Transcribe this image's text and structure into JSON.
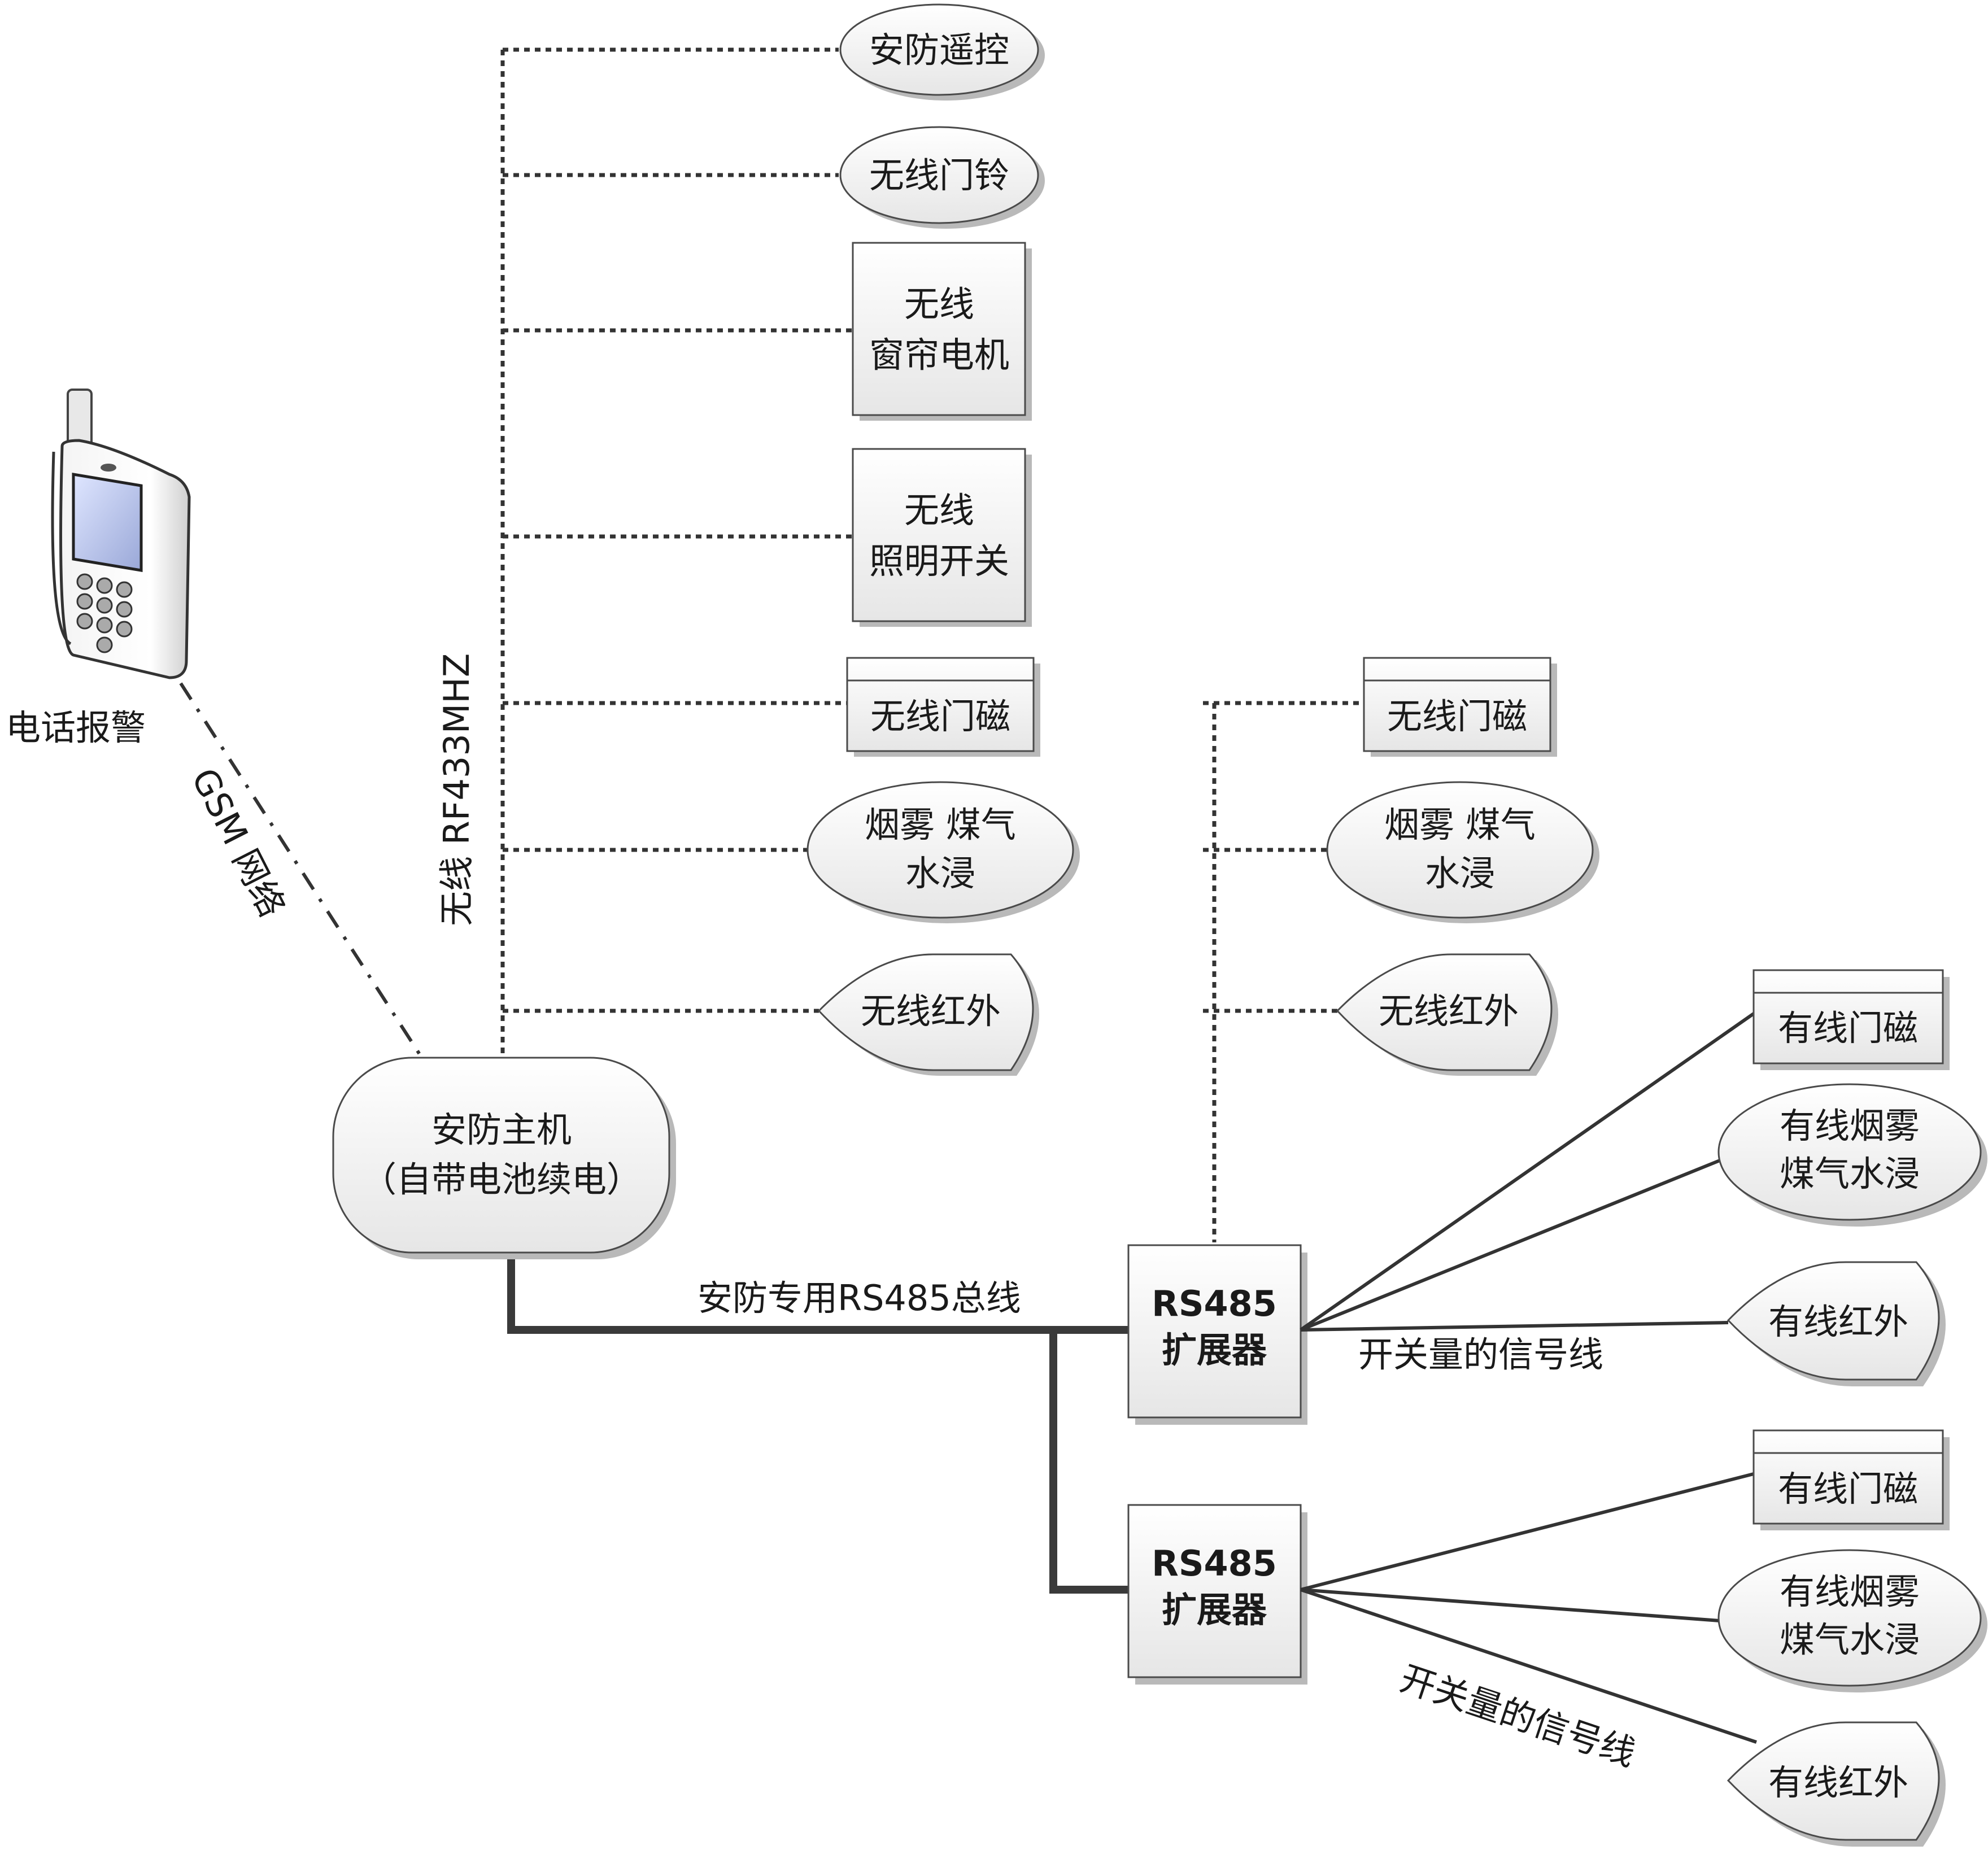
{
  "phone": {
    "label": "电话报警",
    "network_label": "GSM 网络"
  },
  "wireless_bus": {
    "label": "无线 RF433MHZ"
  },
  "host": {
    "line1": "安防主机",
    "line2": "（自带电池续电）"
  },
  "rs485_bus": {
    "label": "安防专用RS485总线"
  },
  "wireless_devices": [
    {
      "line1": "安防遥控"
    },
    {
      "line1": "无线门铃"
    },
    {
      "line1": "无线",
      "line2": "窗帘电机"
    },
    {
      "line1": "无线",
      "line2": "照明开关"
    },
    {
      "line1": "无线门磁"
    },
    {
      "line1": "烟雾 煤气",
      "line2": "水浸"
    },
    {
      "line1": "无线红外"
    }
  ],
  "extender_wireless_devices": [
    {
      "line1": "无线门磁"
    },
    {
      "line1": "烟雾 煤气",
      "line2": "水浸"
    },
    {
      "line1": "无线红外"
    }
  ],
  "extenders": [
    {
      "line1": "RS485",
      "line2": "扩展器",
      "signal_label": "开关量的信号线",
      "devices": [
        {
          "line1": "有线门磁"
        },
        {
          "line1": "有线烟雾",
          "line2": "煤气水浸"
        },
        {
          "line1": "有线红外"
        }
      ]
    },
    {
      "line1": "RS485",
      "line2": "扩展器",
      "signal_label": "开关量的信号线",
      "devices": [
        {
          "line1": "有线门磁"
        },
        {
          "line1": "有线烟雾",
          "line2": "煤气水浸"
        },
        {
          "line1": "有线红外"
        }
      ]
    }
  ]
}
